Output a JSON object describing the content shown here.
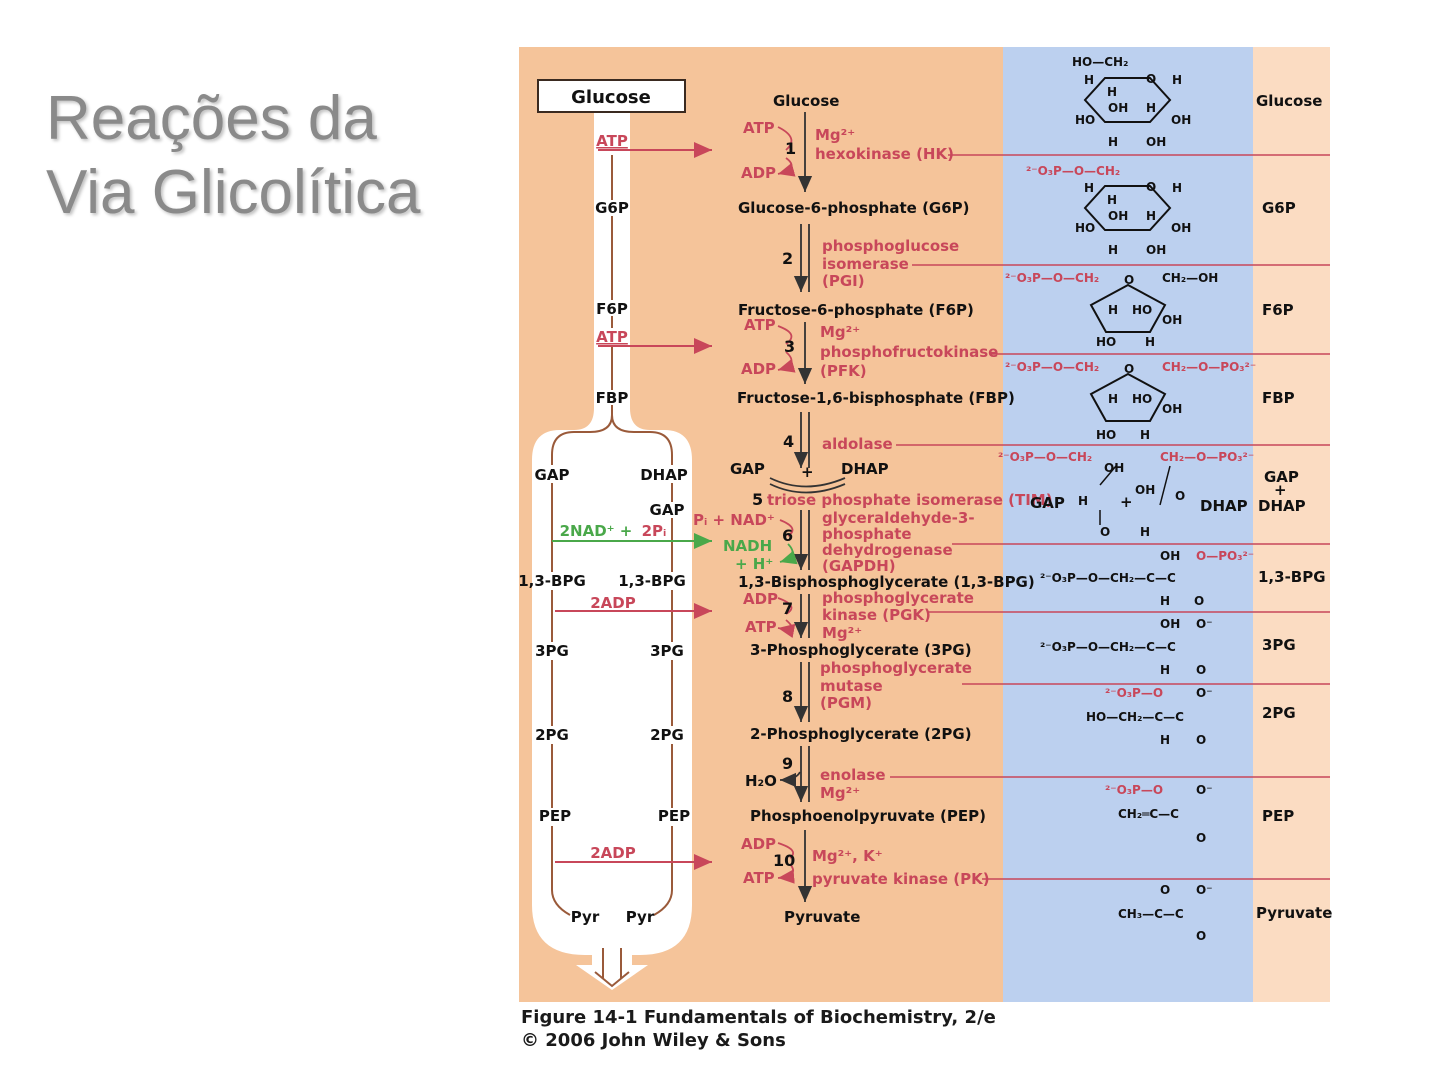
{
  "slide": {
    "title_line1": "Reações da",
    "title_line2": "Via Glicolítica"
  },
  "colors": {
    "orange_panel": "#f5c49a",
    "blue_panel": "#bcd0ef",
    "right_panel": "#fbdcc2",
    "enzyme_red": "#c8475a",
    "nad_green": "#4aa84a",
    "pipe_brown": "#9a5a3a"
  },
  "left_pipe": {
    "box_label": "Glucose",
    "top_labels": [
      {
        "text": "ATP",
        "color": "red"
      },
      {
        "text": "G6P",
        "color": "black"
      },
      {
        "text": "F6P",
        "color": "black"
      },
      {
        "text": "ATP",
        "color": "red"
      },
      {
        "text": "FBP",
        "color": "black"
      }
    ],
    "left_branch": [
      "GAP",
      "1,3-BPG",
      "3PG",
      "2PG",
      "PEP",
      "Pyr"
    ],
    "right_branch": [
      "DHAP",
      "GAP",
      "1,3-BPG",
      "3PG",
      "2PG",
      "PEP",
      "Pyr"
    ],
    "nad_label": "2NAD⁺ +",
    "pi_label": "2Pᵢ",
    "adp_labels": [
      "2ADP",
      "2ADP"
    ]
  },
  "pathway": {
    "metabolites": [
      "Glucose",
      "Glucose-6-phosphate (G6P)",
      "Fructose-6-phosphate (F6P)",
      "Fructose-1,6-bisphosphate (FBP)",
      "GAP",
      "+",
      "DHAP",
      "1,3-Bisphosphoglycerate (1,3-BPG)",
      "3-Phosphoglycerate (3PG)",
      "2-Phosphoglycerate (2PG)",
      "Phosphoenolpyruvate (PEP)",
      "Pyruvate"
    ],
    "steps": [
      "1",
      "2",
      "3",
      "4",
      "5",
      "6",
      "7",
      "8",
      "9",
      "10"
    ],
    "enzymes": [
      [
        "Mg²⁺",
        "hexokinase (HK)"
      ],
      [
        "phosphoglucose",
        "isomerase",
        "(PGI)"
      ],
      [
        "Mg²⁺",
        "phosphofructokinase",
        "(PFK)"
      ],
      [
        "aldolase"
      ],
      [
        "triose phosphate isomerase (TIM)"
      ],
      [
        "glyceraldehyde-3-",
        "phosphate",
        "dehydrogenase",
        "(GAPDH)"
      ],
      [
        "phosphoglycerate",
        "kinase (PGK)",
        "Mg²⁺"
      ],
      [
        "phosphoglycerate",
        "mutase",
        "(PGM)"
      ],
      [
        "enolase",
        "Mg²⁺"
      ],
      [
        "Mg²⁺, K⁺",
        "pyruvate kinase (PK)"
      ]
    ],
    "cofactors": {
      "s1": [
        "ATP",
        "ADP"
      ],
      "s3": [
        "ATP",
        "ADP"
      ],
      "s6_in": "Pᵢ + NAD⁺",
      "s6_out": [
        "NADH",
        "+ H⁺"
      ],
      "s7": [
        "ADP",
        "ATP"
      ],
      "s9": "H₂O",
      "s10": [
        "ADP",
        "ATP"
      ]
    }
  },
  "structures": {
    "s1": [
      "HO—CH₂",
      "H",
      "O",
      "H",
      "H",
      "OH",
      "H",
      "HO",
      "OH",
      "H",
      "OH"
    ],
    "s2": [
      "²⁻O₃P—O—CH₂",
      "H",
      "O",
      "H",
      "H",
      "OH",
      "H",
      "HO",
      "OH",
      "H",
      "OH"
    ],
    "s3": [
      "²⁻O₃P—O—CH₂",
      "O",
      "CH₂—OH",
      "H",
      "HO",
      "OH",
      "HO",
      "H"
    ],
    "s4": [
      "²⁻O₃P—O—CH₂",
      "O",
      "CH₂—O—PO₃²⁻",
      "H",
      "HO",
      "OH",
      "HO",
      "H"
    ],
    "s5": [
      "²⁻O₃P—O—CH₂",
      "OH",
      "CH₂—O—PO₃²⁻",
      "H",
      "OH",
      "O",
      "GAP",
      "+",
      "DHAP",
      "O",
      "H"
    ],
    "s6": [
      "OH",
      "O—PO₃²⁻",
      "²⁻O₃P—O—CH₂—C—C",
      "H",
      "O"
    ],
    "s7": [
      "OH",
      "O⁻",
      "²⁻O₃P—O—CH₂—C—C",
      "H",
      "O"
    ],
    "s8": [
      "²⁻O₃P—O",
      "O⁻",
      "HO—CH₂—C—C",
      "H",
      "O"
    ],
    "s9": [
      "²⁻O₃P—O",
      "O⁻",
      "CH₂═C—C",
      "O"
    ],
    "s10": [
      "O",
      "O⁻",
      "CH₃—C—C",
      "O"
    ]
  },
  "right_names": [
    "Glucose",
    "G6P",
    "F6P",
    "FBP",
    "GAP",
    "+",
    "DHAP",
    "1,3-BPG",
    "3PG",
    "2PG",
    "PEP",
    "Pyruvate"
  ],
  "caption": {
    "line1": "Figure 14-1  Fundamentals of Biochemistry, 2/e",
    "line2": "© 2006 John Wiley & Sons"
  }
}
